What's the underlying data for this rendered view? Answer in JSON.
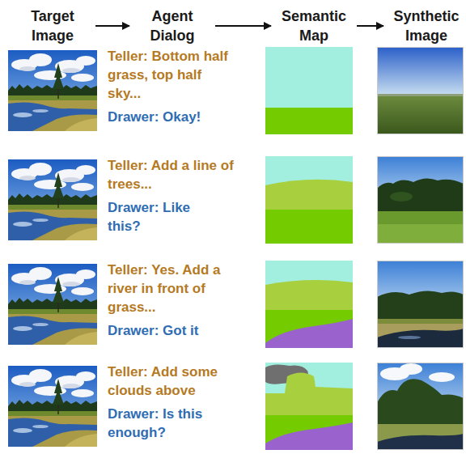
{
  "diagram": {
    "nodes": [
      {
        "text": [
          "Target Image"
        ]
      },
      {
        "text": [
          "Agent Dialog"
        ]
      },
      {
        "text": [
          "Semantic Map"
        ]
      },
      {
        "text": [
          "Synthetic Image"
        ]
      }
    ],
    "edges": [
      {
        "from": 0,
        "to": 1,
        "arrow": "to"
      },
      {
        "from": 1,
        "to": 2,
        "arrow": "to"
      },
      {
        "from": 2,
        "to": 3,
        "arrow": "to"
      }
    ],
    "labels": [
      "Teller: Bottom half grass, top half sky...",
      "Drawer: Okay!",
      "Teller: Add a line of trees...",
      "Drawer: Like this?",
      "Teller: Yes. Add a river in front of grass...",
      "Drawer: Got it",
      "Teller: Add some clouds above",
      "Drawer: Is this enough?"
    ]
  }
}
